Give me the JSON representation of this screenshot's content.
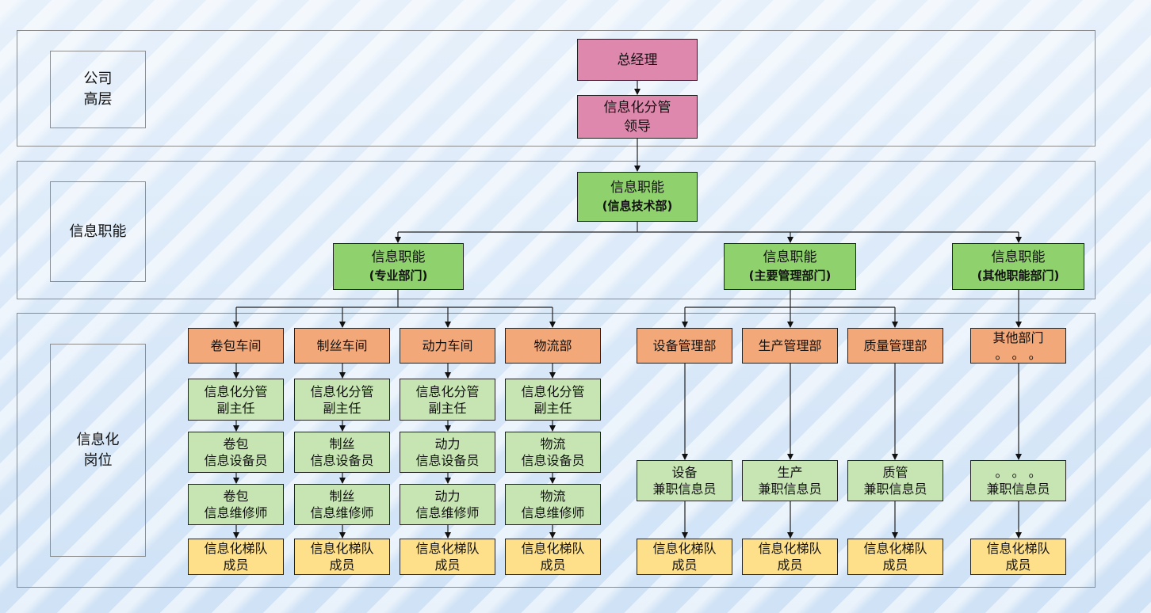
{
  "tiers": [
    {
      "label": "公司\n高层"
    },
    {
      "label": "信息职能"
    },
    {
      "label": "信息化\n岗位"
    }
  ],
  "gm": "总经理",
  "it_leader": {
    "line1": "信息化分管",
    "line2": "领导"
  },
  "it_dept": {
    "line1": "信息职能",
    "line2": "(信息技术部)"
  },
  "func_pro": {
    "line1": "信息职能",
    "line2": "(专业部门)"
  },
  "func_main": {
    "line1": "信息职能",
    "line2": "(主要管理部门)"
  },
  "func_other": {
    "line1": "信息职能",
    "line2": "(其他职能部门)"
  },
  "workshops": [
    {
      "dept": "卷包车间",
      "deputy1": "信息化分管",
      "deputy2": "副主任",
      "equip1": "卷包",
      "equip2": "信息设备员",
      "repair1": "卷包",
      "repair2": "信息维修师",
      "team1": "信息化梯队",
      "team2": "成员"
    },
    {
      "dept": "制丝车间",
      "deputy1": "信息化分管",
      "deputy2": "副主任",
      "equip1": "制丝",
      "equip2": "信息设备员",
      "repair1": "制丝",
      "repair2": "信息维修师",
      "team1": "信息化梯队",
      "team2": "成员"
    },
    {
      "dept": "动力车间",
      "deputy1": "信息化分管",
      "deputy2": "副主任",
      "equip1": "动力",
      "equip2": "信息设备员",
      "repair1": "动力",
      "repair2": "信息维修师",
      "team1": "信息化梯队",
      "team2": "成员"
    },
    {
      "dept": "物流部",
      "deputy1": "信息化分管",
      "deputy2": "副主任",
      "equip1": "物流",
      "equip2": "信息设备员",
      "repair1": "物流",
      "repair2": "信息维修师",
      "team1": "信息化梯队",
      "team2": "成员"
    }
  ],
  "mgmt": [
    {
      "dept": "设备管理部",
      "staff1": "设备",
      "staff2": "兼职信息员",
      "team1": "信息化梯队",
      "team2": "成员"
    },
    {
      "dept": "生产管理部",
      "staff1": "生产",
      "staff2": "兼职信息员",
      "team1": "信息化梯队",
      "team2": "成员"
    },
    {
      "dept": "质量管理部",
      "staff1": "质管",
      "staff2": "兼职信息员",
      "team1": "信息化梯队",
      "team2": "成员"
    }
  ],
  "other": {
    "dept1": "其他部门",
    "dept2": "。 。 。",
    "staff1": "。 。 。",
    "staff2": "兼职信息员",
    "team1": "信息化梯队",
    "team2": "成员"
  },
  "colors": {
    "pink": "#df88ad",
    "green": "#8fd16c",
    "orange": "#f2a878",
    "light_green": "#c6e5b2",
    "yellow": "#ffe08a"
  }
}
